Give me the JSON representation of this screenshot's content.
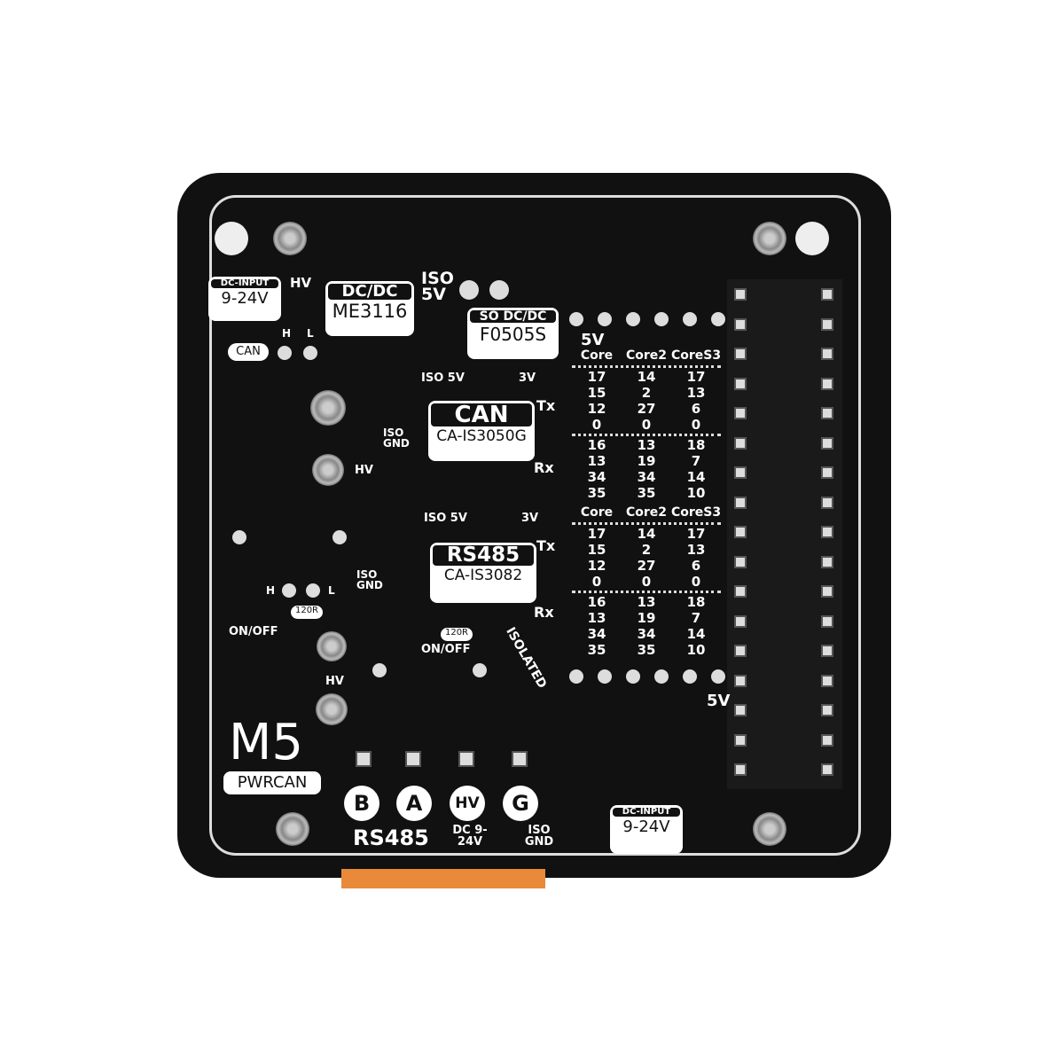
{
  "board": {
    "logo": "M5",
    "model": "PWRCAN"
  },
  "power": {
    "dc_input_top": {
      "header": "DC-INPUT",
      "value": "9-24V"
    },
    "hv": "HV",
    "dcdc": {
      "header": "DC/DC",
      "part": "ME3116"
    },
    "iso5v": "ISO 5V",
    "so_dcdc": {
      "header": "SO DC/DC",
      "part": "F0505S"
    },
    "out5v": "5V",
    "dc_input_bottom": {
      "header": "DC-INPUT",
      "value": "9-24V"
    }
  },
  "can": {
    "tag": "CAN",
    "h": "H",
    "l": "L",
    "iso5v": "ISO 5V",
    "v3": "3V",
    "chip": {
      "header": "CAN",
      "part": "CA-IS3050G"
    },
    "tx": "Tx",
    "rx": "Rx",
    "iso_gnd": "ISO GND",
    "hv": "HV",
    "term_h": "H",
    "term_l": "L",
    "res": "120R",
    "switch": "ON/OFF"
  },
  "rs485": {
    "iso5v": "ISO 5V",
    "v3": "3V",
    "chip": {
      "header": "RS485",
      "part": "CA-IS3082"
    },
    "tx": "Tx",
    "rx": "Rx",
    "iso_gnd": "ISO GND",
    "res": "120R",
    "switch": "ON/OFF"
  },
  "isolated": "ISOLATED",
  "hv_bottom": "HV",
  "v5_right": "5V",
  "terminals": [
    {
      "letter": "B"
    },
    {
      "letter": "A"
    },
    {
      "letter": "HV"
    },
    {
      "letter": "G"
    }
  ],
  "terminal_labels": {
    "rs485": "RS485",
    "dc": "DC 9-24V",
    "iso_gnd": "ISO GND"
  },
  "pin_tables": [
    {
      "headers": [
        "Core",
        "Core2",
        "CoreS3"
      ],
      "tx_rows": [
        [
          "17",
          "14",
          "17"
        ],
        [
          "15",
          "2",
          "13"
        ],
        [
          "12",
          "27",
          "6"
        ],
        [
          "0",
          "0",
          "0"
        ]
      ],
      "rx_rows": [
        [
          "16",
          "13",
          "18"
        ],
        [
          "13",
          "19",
          "7"
        ],
        [
          "34",
          "34",
          "14"
        ],
        [
          "35",
          "35",
          "10"
        ]
      ]
    },
    {
      "headers": [
        "Core",
        "Core2",
        "CoreS3"
      ],
      "tx_rows": [
        [
          "17",
          "14",
          "17"
        ],
        [
          "15",
          "2",
          "13"
        ],
        [
          "12",
          "27",
          "6"
        ],
        [
          "0",
          "0",
          "0"
        ]
      ],
      "rx_rows": [
        [
          "16",
          "13",
          "18"
        ],
        [
          "13",
          "19",
          "7"
        ],
        [
          "34",
          "34",
          "14"
        ],
        [
          "35",
          "35",
          "10"
        ]
      ]
    }
  ],
  "colors": {
    "pcb": "#111111",
    "silkscreen": "#ffffff",
    "connector": "#e88a3a"
  }
}
